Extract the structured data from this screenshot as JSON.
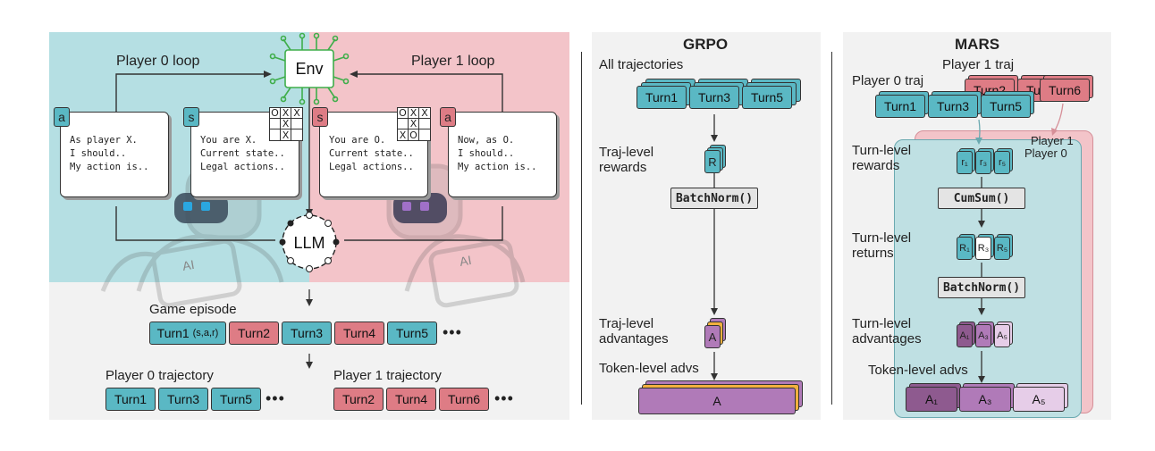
{
  "left": {
    "player0_loop": "Player 0 loop",
    "player1_loop": "Player 1 loop",
    "env": "Env",
    "llm": "LLM",
    "tags": {
      "a0": "a",
      "s0": "s",
      "s1": "s",
      "a1": "a"
    },
    "chat_a0": [
      "As player X.",
      "I should..",
      "My action is.."
    ],
    "chat_s0": [
      "You are X.",
      "Current state..",
      "Legal actions.."
    ],
    "chat_s1": [
      "You are O.",
      "Current state..",
      "Legal actions.."
    ],
    "chat_a1": [
      "Now, as O.",
      "I should..",
      "My action is.."
    ],
    "board_s0": [
      "O",
      "X",
      "X",
      "",
      "X",
      "",
      "",
      "X",
      ""
    ],
    "board_s1": [
      "O",
      "X",
      "X",
      "",
      "X",
      "",
      "X",
      "O",
      ""
    ],
    "robot_badge": "AI",
    "game_episode_label": "Game episode",
    "episode_turns": [
      "Turn1",
      "(s,a,r)",
      "Turn2",
      "Turn3",
      "Turn4",
      "Turn5"
    ],
    "ellipsis": "•••",
    "p0_traj_label": "Player 0 trajectory",
    "p1_traj_label": "Player 1 trajectory",
    "p0_turns": [
      "Turn1",
      "Turn3",
      "Turn5"
    ],
    "p1_turns": [
      "Turn2",
      "Turn4",
      "Turn6"
    ]
  },
  "grpo": {
    "title": "GRPO",
    "all_traj": "All trajectories",
    "turns": [
      "Turn1",
      "Turn3",
      "Turn5"
    ],
    "traj_rewards": [
      "Traj-level",
      "rewards"
    ],
    "R": "R",
    "batchnorm": "BatchNorm()",
    "traj_adv": [
      "Traj-level",
      "advantages"
    ],
    "A": "A",
    "token_advs": "Token-level advs",
    "token_A": "A"
  },
  "mars": {
    "title": "MARS",
    "p1_traj": "Player 1 traj",
    "p0_traj": "Player 0 traj",
    "back_turns": [
      "Turn2",
      "Turn4",
      "Turn6"
    ],
    "front_turns": [
      "Turn1",
      "Turn3",
      "Turn5"
    ],
    "player1": "Player 1",
    "player0": "Player 0",
    "turn_rewards": [
      "Turn-level",
      "rewards"
    ],
    "r_chips": [
      "r₁",
      "r₃",
      "r₅"
    ],
    "cumsum": "CumSum()",
    "turn_returns": [
      "Turn-level",
      "returns"
    ],
    "R_chips": [
      "R₁",
      "R₃",
      "R₅"
    ],
    "batchnorm": "BatchNorm()",
    "turn_adv": [
      "Turn-level",
      "advantages"
    ],
    "A_chips": [
      "A₁",
      "A₃",
      "A₅"
    ],
    "token_advs": "Token-level advs",
    "token_A": [
      "A₁",
      "A₃",
      "A₅"
    ]
  },
  "colors": {
    "teal": "#5ab8c4",
    "red": "#de7c85",
    "purple": "#b07ab8",
    "orange": "#f2b03f",
    "bg_teal": "#b5dfe3",
    "bg_pink": "#f3c4c9"
  }
}
